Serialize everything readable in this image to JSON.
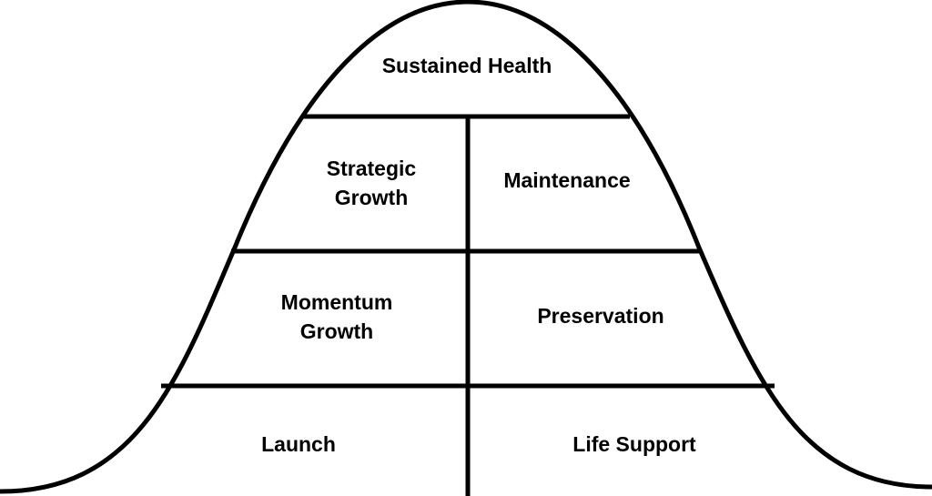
{
  "diagram": {
    "segments": {
      "sustained_health": "Sustained Health",
      "strategic_growth_1": "Strategic",
      "strategic_growth_2": "Growth",
      "maintenance": "Maintenance",
      "momentum_growth_1": "Momentum",
      "momentum_growth_2": "Growth",
      "preservation": "Preservation",
      "launch": "Launch",
      "life_support": "Life Support"
    },
    "stroke_color": "#000000"
  }
}
